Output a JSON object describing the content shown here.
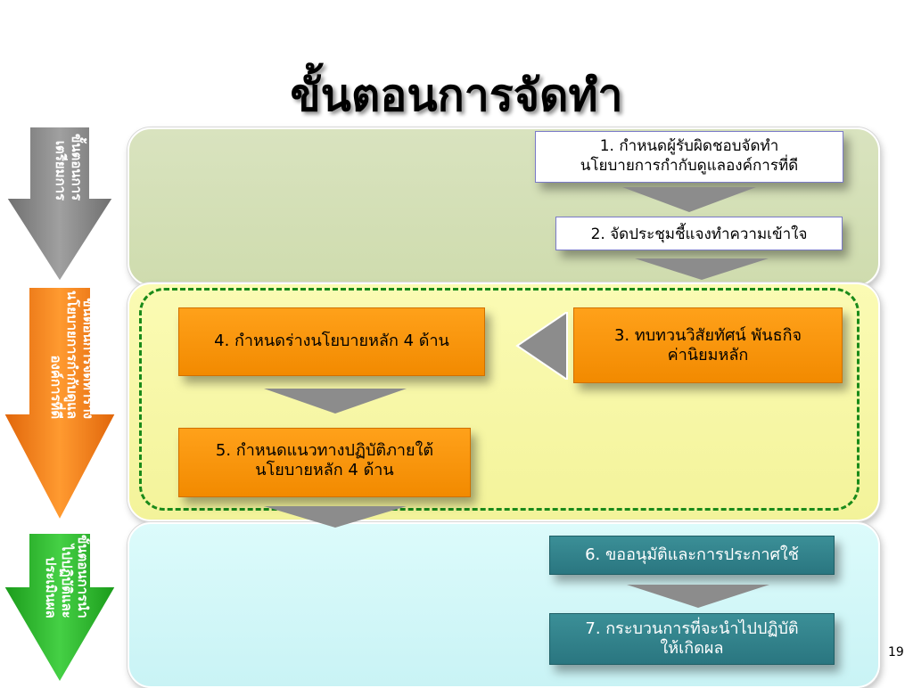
{
  "title": "ขั้นตอนการจัดทำ",
  "phases": [
    {
      "label": "ขั้นตอนการ\nเตรียมการ",
      "color": "#8a8a8a"
    },
    {
      "label": "ขั้นตอนการจัดทำร่าง\nนโยบายการกำกับดูแล\nองค์การที่ดี",
      "color": "#f07c12"
    },
    {
      "label": "ขั้นตอนการนำ\nไปปฏิบัติและ\nประเมินผล",
      "color": "#2db52d"
    }
  ],
  "steps": {
    "s1": "1. กำหนดผู้รับผิดชอบจัดทำ\nนโยบายการกำกับดูแลองค์การที่ดี",
    "s2": "2. จัดประชุมชี้แจงทำความเข้าใจ",
    "s3": "3. ทบทวนวิสัยทัศน์ พันธกิจ\nค่านิยมหลัก",
    "s4": "4. กำหนดร่างนโยบายหลัก 4 ด้าน",
    "s5": "5. กำหนดแนวทางปฏิบัติภายใต้\nนโยบายหลัก 4 ด้าน",
    "s6": "6. ขออนุมัติและการประกาศใช้",
    "s7": "7. กระบวนการที่จะนำไปปฏิบัติ\nให้เกิดผล"
  },
  "page_number": "19"
}
